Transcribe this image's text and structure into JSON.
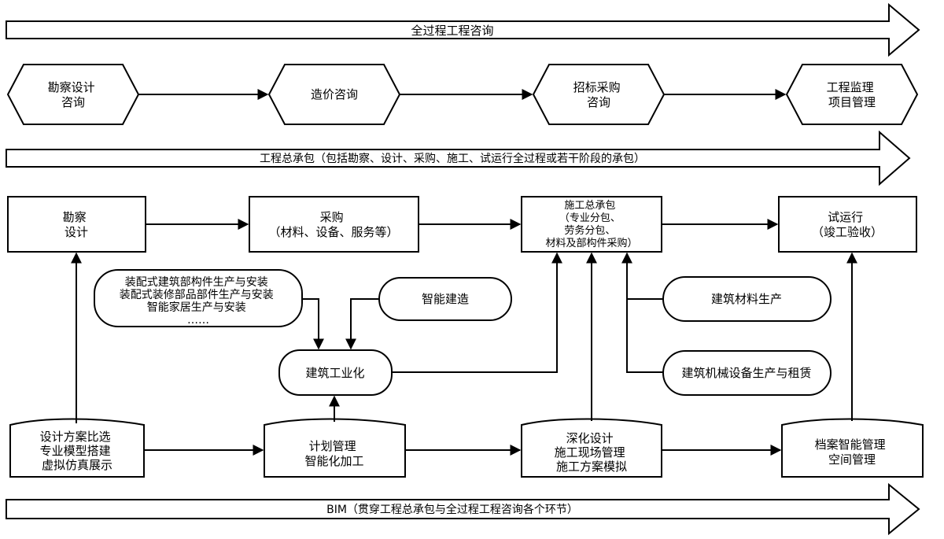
{
  "banners": {
    "whole_process": "全过程工程咨询",
    "epc": "工程总承包（包括勘察、设计、采购、施工、试运行全过程或若干阶段的承包）",
    "bim": "BIM（贯穿工程总承包与全过程工程咨询各个环节）"
  },
  "consulting": {
    "survey_design": [
      "勘察设计",
      "咨询"
    ],
    "cost": [
      "造价咨询"
    ],
    "bidding": [
      "招标采购",
      "咨询"
    ],
    "supervision": [
      "工程监理",
      "项目管理"
    ]
  },
  "epc_stages": {
    "survey_design": [
      "勘察",
      "设计"
    ],
    "procurement": [
      "采购",
      "（材料、设备、服务等）"
    ],
    "construction": [
      "施工总承包",
      "（专业分包、",
      "劳务分包、",
      "材料及部构件采购）"
    ],
    "trial_run": [
      "试运行",
      "（竣工验收）"
    ]
  },
  "industrialization": {
    "prefab": [
      "装配式建筑部构件生产与安装",
      "装配式装修部品部件生产与安装",
      "智能家居生产与安装",
      "……"
    ],
    "smart_construction": [
      "智能建造"
    ],
    "building_industrialization": [
      "建筑工业化"
    ],
    "materials": [
      "建筑材料生产"
    ],
    "machinery": [
      "建筑机械设备生产与租赁"
    ]
  },
  "bim_docs": {
    "design_compare": [
      "设计方案比选",
      "专业模型搭建",
      "虚拟仿真展示"
    ],
    "planning": [
      "计划管理",
      "智能化加工"
    ],
    "deepening": [
      "深化设计",
      "施工现场管理",
      "施工方案模拟"
    ],
    "archive": [
      "档案智能管理",
      "空间管理"
    ]
  }
}
